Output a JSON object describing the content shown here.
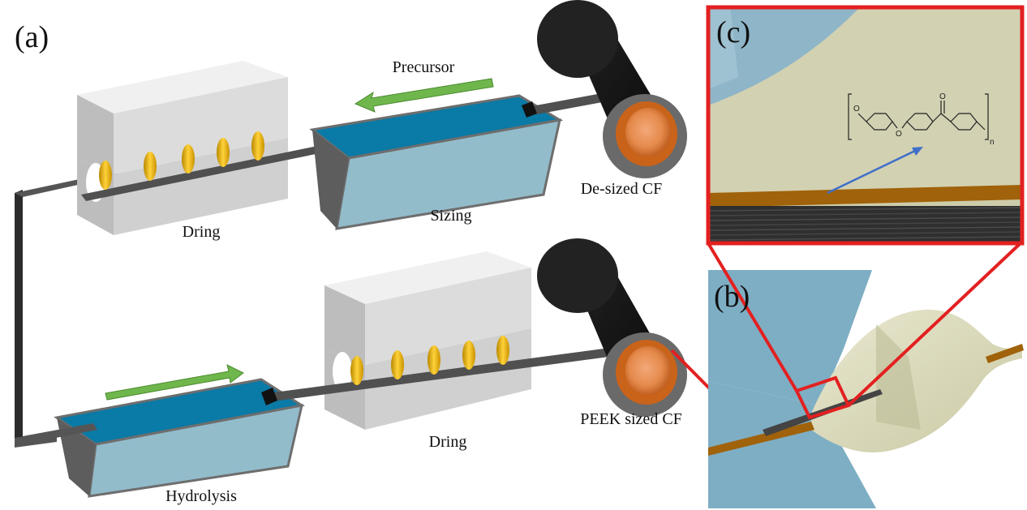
{
  "panels": {
    "a": "(a)",
    "b": "(b)",
    "c": "(c)"
  },
  "labels": {
    "precursor": "Precursor",
    "sizing": "Sizing",
    "dring_top": "Dring",
    "dring_bottom": "Dring",
    "hydrolysis": "Hydrolysis",
    "desized_cf": "De-sized CF",
    "peek_sized_cf": "PEEK sized CF"
  },
  "chemistry": {
    "atom_o1": "O",
    "atom_o2": "O",
    "atom_o3": "O",
    "subscript": "n"
  },
  "colors": {
    "bath_blue": "#0a7aa6",
    "bath_light": "#93bccb",
    "bath_frame": "#6e6e6e",
    "block_light": "#e2e2e2",
    "block_mid": "#c9c9c9",
    "block_dark": "#a9a9a9",
    "ring_gold": "#f0b612",
    "arrow_green": "#6fb74c",
    "spool_black": "#1b1b1b",
    "spool_copper": "#c9631a",
    "highlight_red": "#e32020",
    "fiber_dark": "#4a4a4a",
    "fiber_brown": "#a0620a",
    "resin_cream": "#d8d7b8",
    "cone_blue": "#7eaec4",
    "arrow_blue": "#3f6fc9"
  }
}
